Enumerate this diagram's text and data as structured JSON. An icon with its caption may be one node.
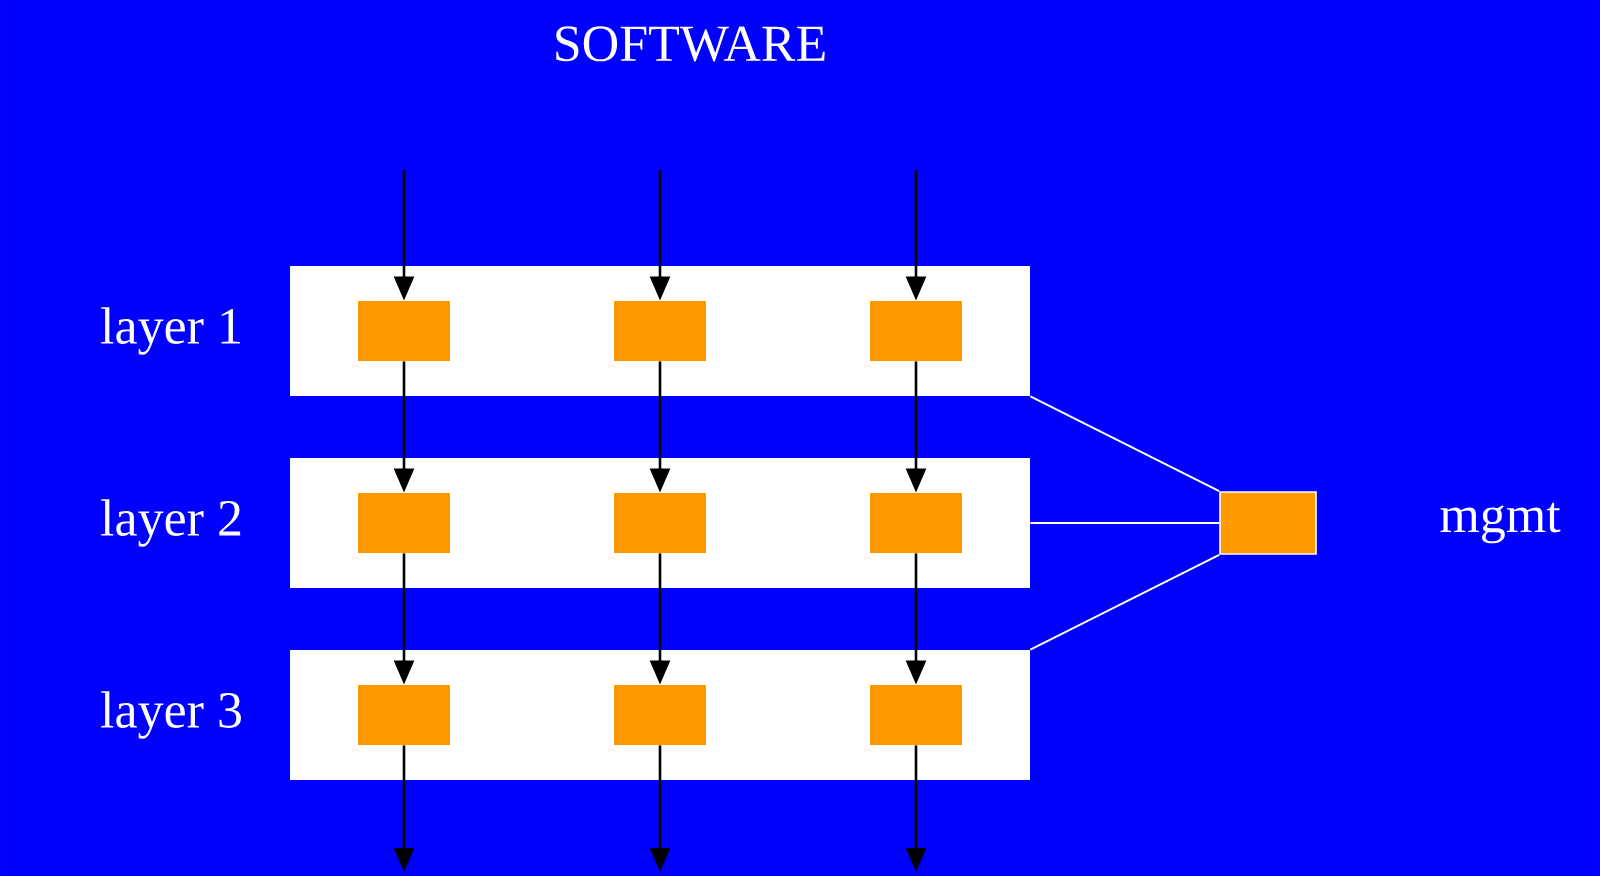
{
  "diagram": {
    "title": "SOFTWARE",
    "nodes": [
      {
        "text": [
          "layer 1"
        ]
      },
      {
        "text": [],
        "shape": "box",
        "in": 0
      },
      {
        "text": [],
        "shape": "box",
        "in": 0
      },
      {
        "text": [],
        "shape": "box",
        "in": 0
      },
      {
        "text": [
          "layer 2"
        ]
      },
      {
        "text": [],
        "shape": "box",
        "in": 4
      },
      {
        "text": [],
        "shape": "box",
        "in": 4
      },
      {
        "text": [],
        "shape": "box",
        "in": 4
      },
      {
        "text": [
          "layer 3"
        ]
      },
      {
        "text": [],
        "shape": "box",
        "in": 8
      },
      {
        "text": [],
        "shape": "box",
        "in": 8
      },
      {
        "text": [],
        "shape": "box",
        "in": 8
      },
      {
        "text": [],
        "shape": "box",
        "beside": [
          "mgmt"
        ]
      }
    ],
    "edges": [
      {
        "from": null,
        "to": 1,
        "arrow": "to"
      },
      {
        "from": null,
        "to": 2,
        "arrow": "to"
      },
      {
        "from": null,
        "to": 3,
        "arrow": "to"
      },
      {
        "from": 1,
        "to": 5,
        "arrow": "to"
      },
      {
        "from": 2,
        "to": 6,
        "arrow": "to"
      },
      {
        "from": 3,
        "to": 7,
        "arrow": "to"
      },
      {
        "from": 5,
        "to": 9,
        "arrow": "to"
      },
      {
        "from": 6,
        "to": 10,
        "arrow": "to"
      },
      {
        "from": 7,
        "to": 11,
        "arrow": "to"
      },
      {
        "from": 9,
        "to": null,
        "arrow": "to"
      },
      {
        "from": 10,
        "to": null,
        "arrow": "to"
      },
      {
        "from": 11,
        "to": null,
        "arrow": "to"
      },
      {
        "from": 0,
        "to": 12,
        "arrow": "none",
        "color": "#ffffff"
      },
      {
        "from": 4,
        "to": 12,
        "arrow": "none",
        "color": "#ffffff"
      },
      {
        "from": 8,
        "to": 12,
        "arrow": "none",
        "color": "#ffffff"
      }
    ]
  }
}
